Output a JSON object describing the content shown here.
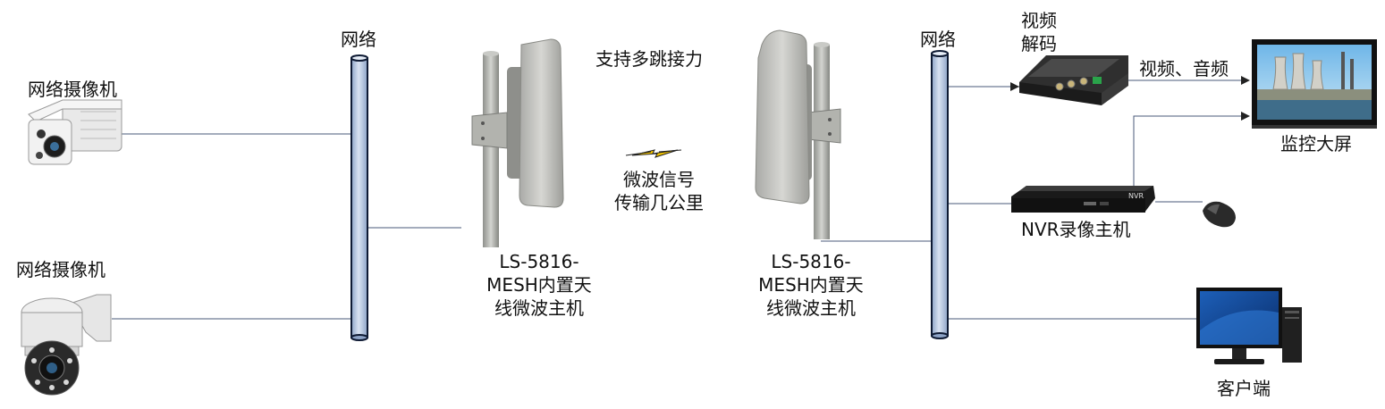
{
  "labels": {
    "camera_top": "网络摄像机",
    "camera_bottom": "网络摄像机",
    "network_left": "网络",
    "network_right": "网络",
    "multi_hop": "支持多跳接力",
    "microwave": "微波信号\n传输几公里",
    "device_left": "LS-5816-\nMESH内置天\n线微波主机",
    "device_right": "LS-5816-\nMESH内置天\n线微波主机",
    "decoder": "视频\n解码",
    "video_audio": "视频、音频",
    "monitor": "监控大屏",
    "nvr": "NVR录像主机",
    "nvr_badge": "NVR",
    "client": "客户端"
  },
  "colors": {
    "pipe_fill": "#b8c7de",
    "pipe_stroke": "#0e1a33",
    "link_line": "#4a5a78"
  }
}
